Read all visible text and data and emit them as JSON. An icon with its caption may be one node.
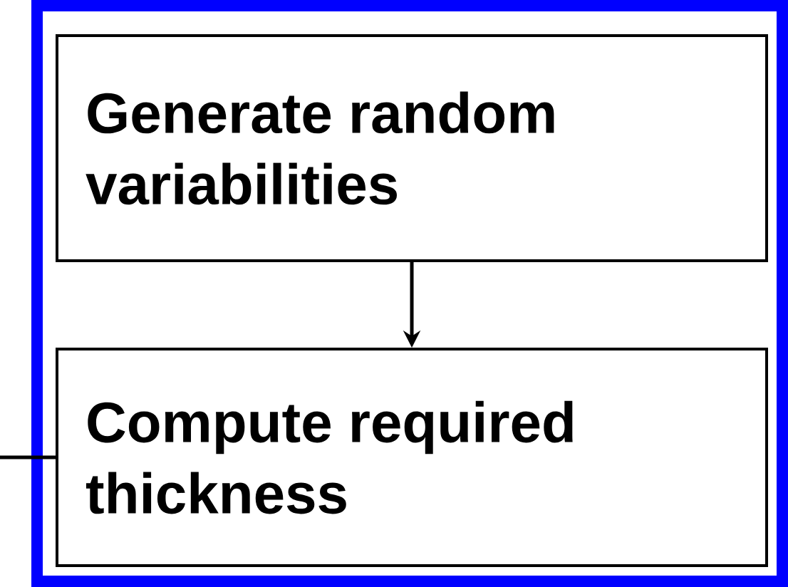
{
  "diagram": {
    "nodes": [
      {
        "text": [],
        "shape": "box"
      },
      {
        "text": [
          "Generate random variabilities"
        ],
        "in": 0
      },
      {
        "text": [
          "Compute required thickness"
        ],
        "in": 0
      }
    ],
    "edges": [
      {
        "from": 1,
        "to": 2,
        "arrow": "to"
      },
      {
        "from": null,
        "to": 2,
        "arrow": "none"
      }
    ]
  }
}
